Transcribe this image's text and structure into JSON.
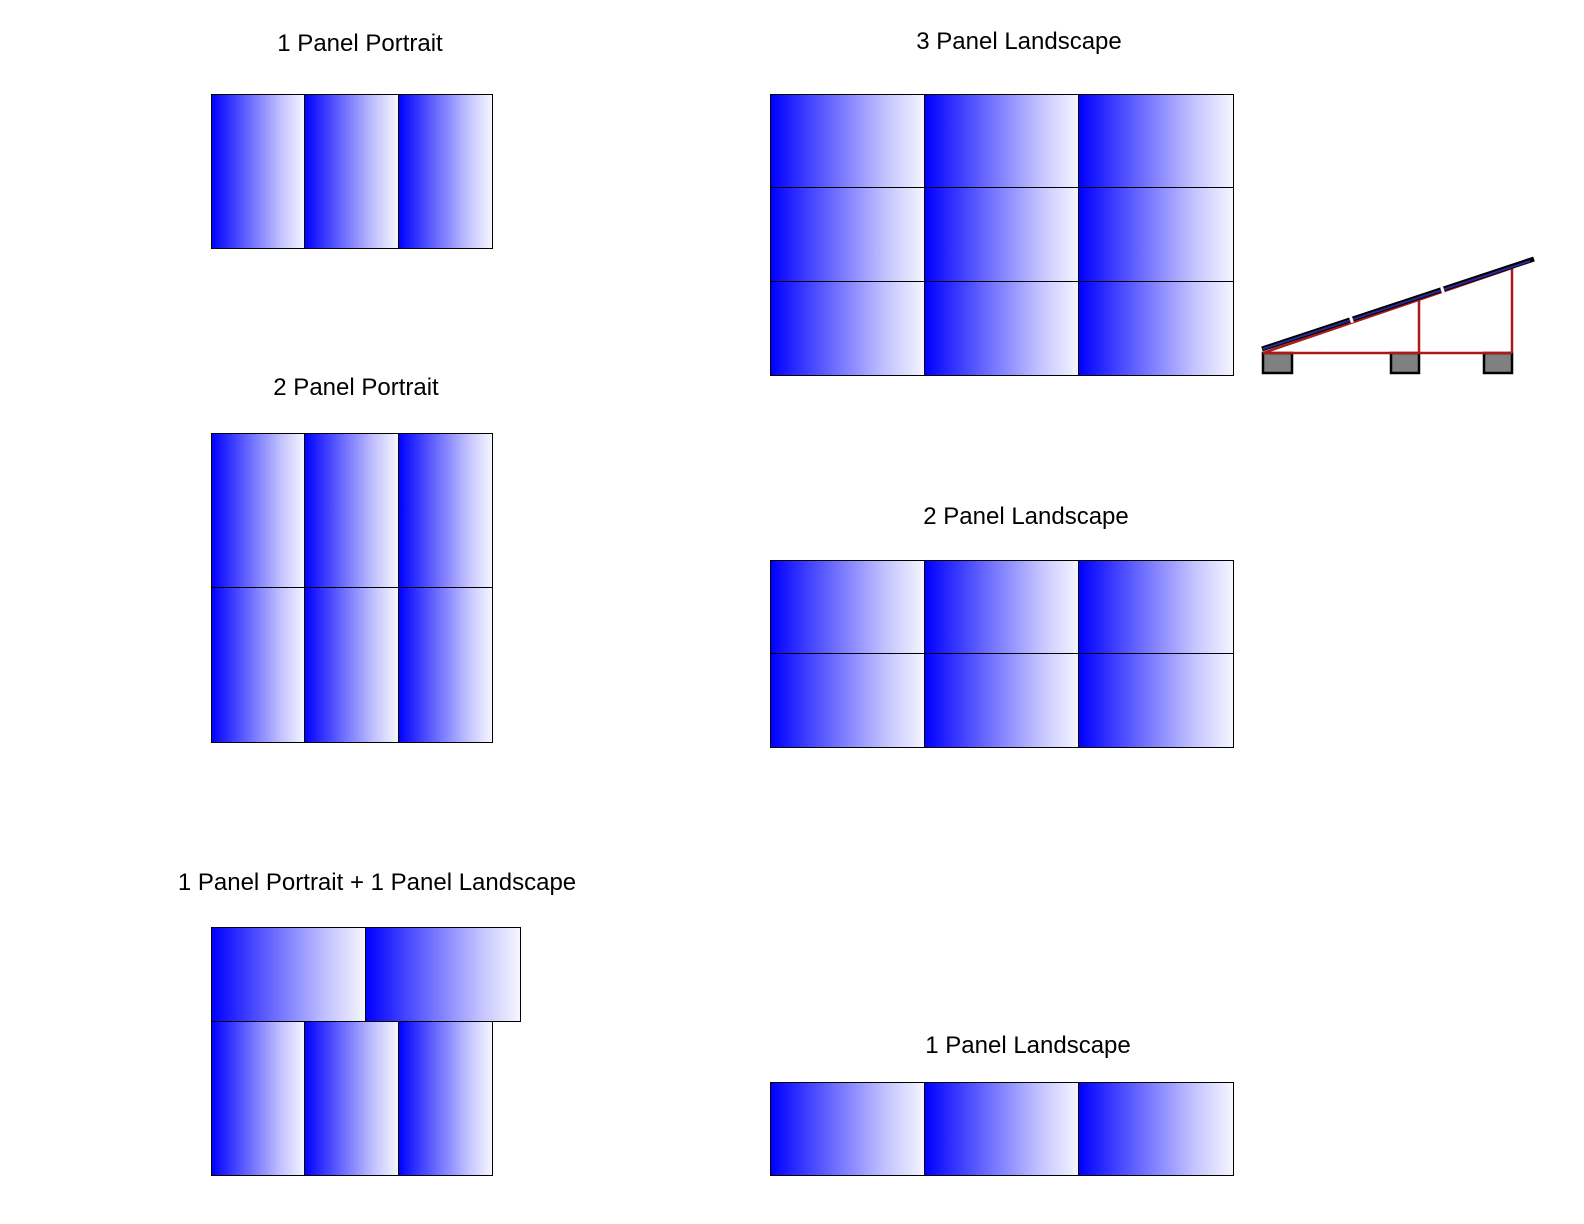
{
  "layouts": [
    {
      "id": "1p-portrait",
      "title": "1 Panel Portrait"
    },
    {
      "id": "2p-portrait",
      "title": "2 Panel Portrait"
    },
    {
      "id": "1p-portrait-1p-landscape",
      "title": "1 Panel Portrait + 1 Panel Landscape"
    },
    {
      "id": "3p-landscape",
      "title": "3 Panel Landscape"
    },
    {
      "id": "2p-landscape",
      "title": "2 Panel Landscape"
    },
    {
      "id": "1p-landscape",
      "title": "1 Panel Landscape"
    }
  ],
  "colors": {
    "panel_dark": "#0000ff",
    "panel_light": "#f6f6ff",
    "frame": "#aa1a1a",
    "footing": "#808080"
  }
}
